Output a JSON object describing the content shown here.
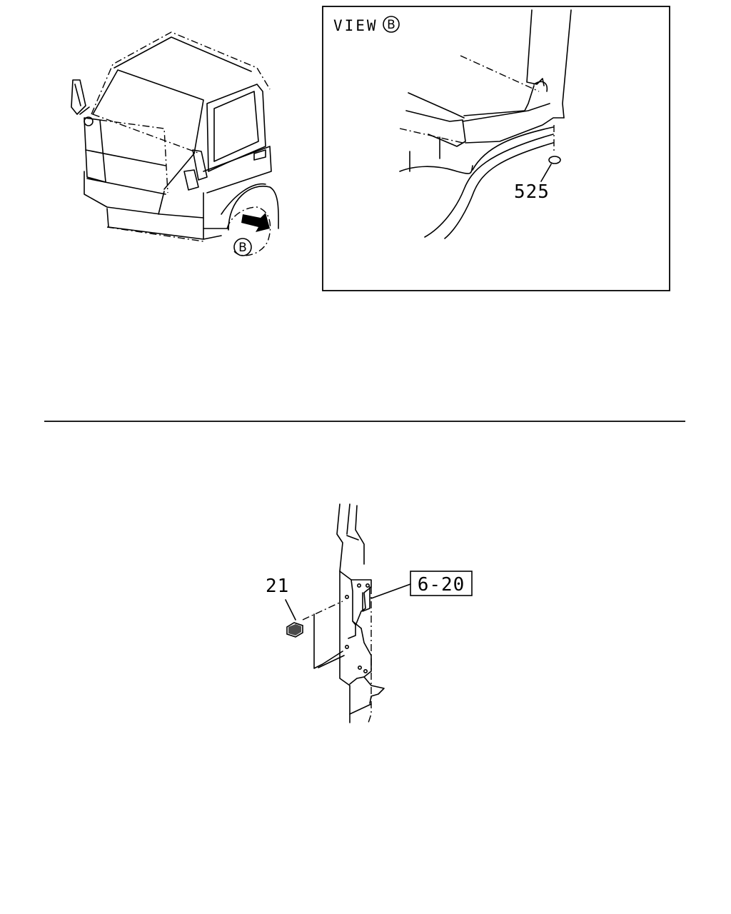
{
  "view_label": "VIEW",
  "view_letter": "B",
  "overview_callout_letter": "B",
  "callouts": {
    "part_525": "525",
    "part_21": "21",
    "ref_6_20": "6-20"
  }
}
